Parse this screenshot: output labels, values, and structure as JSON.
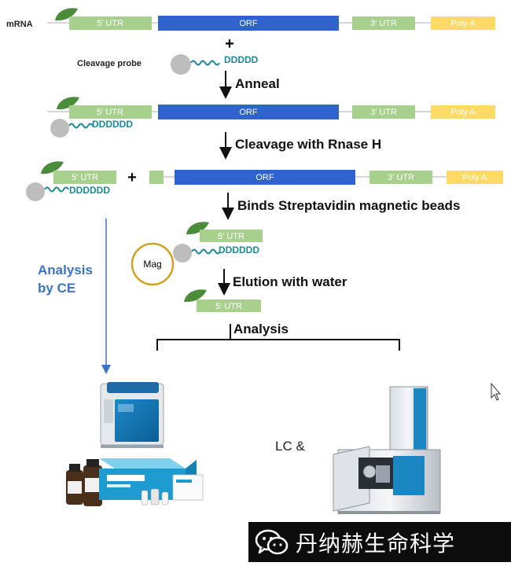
{
  "colors": {
    "utr": "#a8d08d",
    "orf": "#2e62cc",
    "polya": "#ffd966",
    "leaf": "#4a8c3a",
    "probe_ball": "#bdbdbd",
    "probe_wave": "#1a8a9a",
    "mag_ring": "#d4a020",
    "ce_arrow": "#3b73c7",
    "watermark_bg": "#0d0d0d"
  },
  "labels": {
    "mrna": "mRNA",
    "utr5": "5' UTR",
    "orf": "ORF",
    "utr3": "3' UTR",
    "polya": "Poly A",
    "plus": "+",
    "cleavage_probe": "Cleavage probe",
    "probe_d5": "DDDDD",
    "probe_d6": "DDDDDD",
    "mag": "Mag",
    "analysis_by_ce_line1": "Analysis",
    "analysis_by_ce_line2": "by CE",
    "lc_and": "LC &"
  },
  "steps": {
    "anneal": "Anneal",
    "cleavage": "Cleavage with Rnase H",
    "binds": "Binds Streptavidin magnetic beads",
    "elution": "Elution with water",
    "analysis": "Analysis"
  },
  "watermark": {
    "text": "丹纳赫生命科学",
    "icon": "wechat-icon"
  },
  "icons": {
    "leaf": "leaf-cap-icon",
    "instrument_ce": "ce-instrument-icon",
    "reagent_kit": "reagent-kit-icon",
    "instrument_lcms": "lcms-instrument-icon",
    "cursor": "mouse-cursor-icon"
  }
}
